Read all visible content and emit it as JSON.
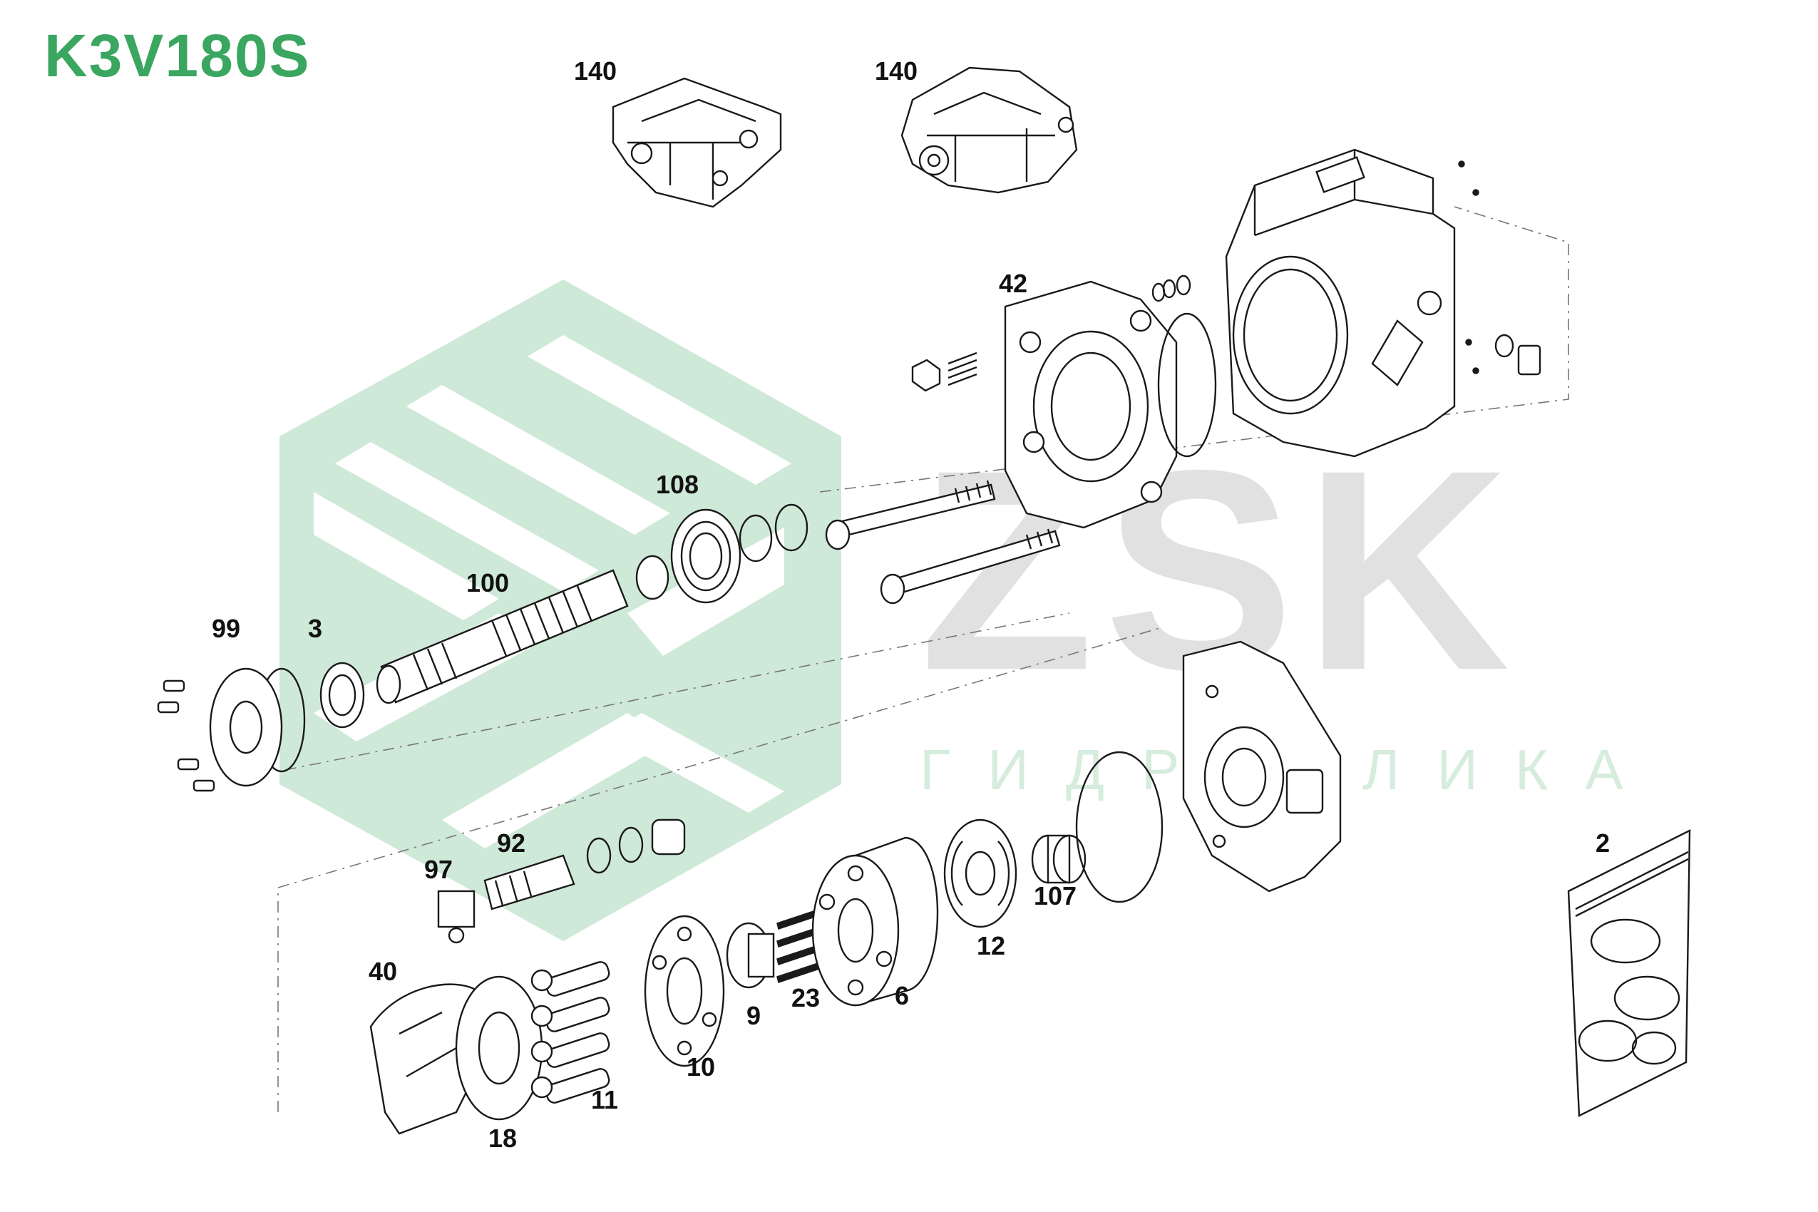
{
  "title": "K3V180S",
  "watermark": {
    "brand": "ZSK",
    "subtitle": "ГИДРАВЛИКА"
  },
  "callouts": [
    "140",
    "140",
    "42",
    "108",
    "100",
    "99",
    "3",
    "92",
    "97",
    "107",
    "2",
    "12",
    "40",
    "23",
    "6",
    "9",
    "10",
    "11",
    "18"
  ],
  "colors": {
    "title": "#3aa660",
    "logo_green": "#cfe9d8",
    "watermark_gray": "#dcdcdc",
    "line": "#1a1a1a"
  }
}
